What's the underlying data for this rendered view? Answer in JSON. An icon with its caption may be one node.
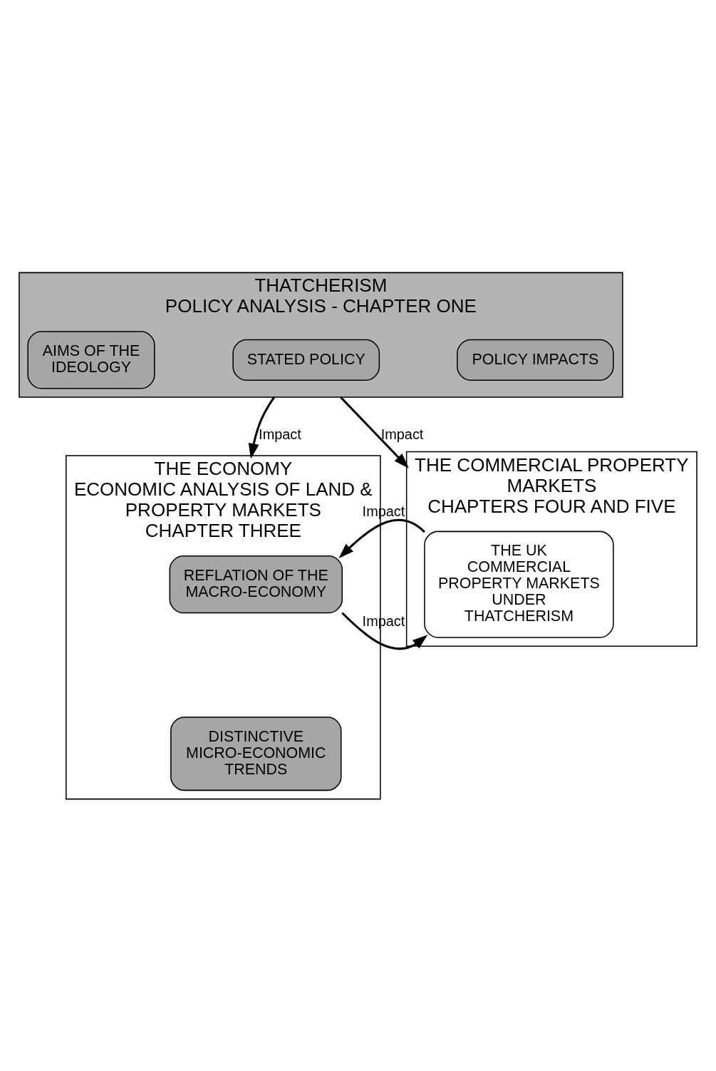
{
  "diagram": {
    "nodes": [
      {
        "text": [
          "THATCHERISM",
          "POLICY ANALYSIS - CHAPTER ONE"
        ]
      },
      {
        "text": [
          "AIMS OF THE IDEOLOGY"
        ],
        "in": 0
      },
      {
        "text": [
          "STATED POLICY"
        ],
        "in": 0
      },
      {
        "text": [
          "POLICY IMPACTS"
        ],
        "in": 0
      },
      {
        "text": [
          "THE ECONOMY",
          "ECONOMIC ANALYSIS OF LAND & PROPERTY MARKETS",
          "CHAPTER THREE"
        ]
      },
      {
        "text": [
          "REFLATION OF THE MACRO-ECONOMY"
        ],
        "in": 4
      },
      {
        "text": [
          "DISTINCTIVE MICRO-ECONOMIC TRENDS"
        ],
        "in": 4
      },
      {
        "text": [
          "THE COMMERCIAL PROPERTY MARKETS",
          "CHAPTERS FOUR AND FIVE"
        ]
      },
      {
        "text": [
          "THE UK COMMERCIAL PROPERTY MARKETS UNDER THATCHERISM"
        ],
        "in": 7
      }
    ],
    "edges": [
      {
        "from": 0,
        "to": 4,
        "arrow": "to",
        "label": "Impact"
      },
      {
        "from": 0,
        "to": 7,
        "arrow": "to",
        "label": "Impact"
      },
      {
        "from": 8,
        "to": 5,
        "arrow": "to",
        "label": "Impact"
      },
      {
        "from": 5,
        "to": 8,
        "arrow": "to",
        "label": "Impact"
      }
    ]
  }
}
